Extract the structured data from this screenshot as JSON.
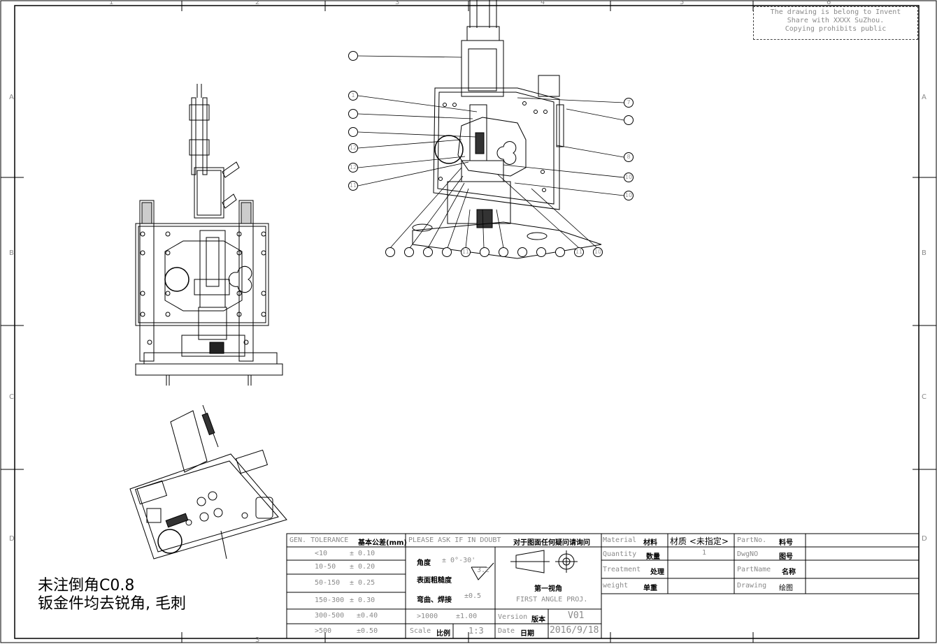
{
  "sheet": {
    "zones_top": [
      "1",
      "2",
      "3",
      "4",
      "5",
      "6"
    ],
    "zones_side": [
      "A",
      "B",
      "C",
      "D"
    ]
  },
  "stamp": {
    "lines": [
      "The drawing is belong to Invent",
      "Share with XXXX SuZhou.",
      "Copying prohibits public"
    ]
  },
  "notes": {
    "line1": "未注倒角C0.8",
    "line2": "钣金件均去锐角, 毛刺"
  },
  "callouts": {
    "upper_left": [
      "",
      "1",
      "",
      "",
      "12",
      "12",
      "11"
    ],
    "right": [
      "7",
      "",
      "8",
      "10",
      "10"
    ],
    "bottom": [
      "",
      "",
      "",
      "",
      "11",
      "",
      "",
      "",
      "",
      "",
      "11",
      "",
      "10"
    ]
  },
  "title_block": {
    "gen_tolerance": "GEN. TOLERANCE",
    "gen_tolerance_cn": "基本公差(mm)",
    "please_ask": "PLEASE ASK IF IN DOUBT",
    "please_ask_cn": "对于图面任何疑问请询问",
    "tol_rows": [
      {
        "range": "<10",
        "tol": "± 0.10"
      },
      {
        "range": "10-50",
        "tol": "± 0.20"
      },
      {
        "range": "50-150",
        "tol": "± 0.25"
      },
      {
        "range": "150-300",
        "tol": "± 0.30"
      },
      {
        "range": "300-500",
        "tol": "±0.40"
      },
      {
        "range": ">500",
        "tol": "±0.50"
      }
    ],
    "angle_label": "角度",
    "angle_value": "± 0°-30'",
    "roughness_label": "表面粗糙度",
    "roughness_value": "3.2",
    "bend_label": "弯曲、焊接",
    "bend_value": "±0.5",
    "gt1000": ">1000",
    "gt1000_tol": "±1.00",
    "scale_label": "Scale",
    "scale_cn": "比例",
    "scale_value": "1:3",
    "projection_cn": "第一视角",
    "projection_en": "FIRST ANGLE PROJ.",
    "version_label": "Version",
    "version_cn": "版本",
    "version_value": "V01",
    "date_label": "Date",
    "date_cn": "日期",
    "date_value": "2016/9/18",
    "material_label": "Material",
    "material_cn": "材料",
    "material_value": "材质 <未指定>",
    "quantity_label": "Quantity",
    "quantity_cn": "数量",
    "quantity_value": "1",
    "treatment_label": "Treatment",
    "treatment_cn": "处理",
    "weight_label": "weight",
    "weight_cn": "单重",
    "partno_label": "PartNo.",
    "partno_cn": "料号",
    "dwgno_label": "DwgNO",
    "dwgno_cn": "图号",
    "partname_label": "PartName",
    "partname_cn": "名称",
    "drawing_label": "Drawing",
    "drawing_cn": "绘图"
  }
}
